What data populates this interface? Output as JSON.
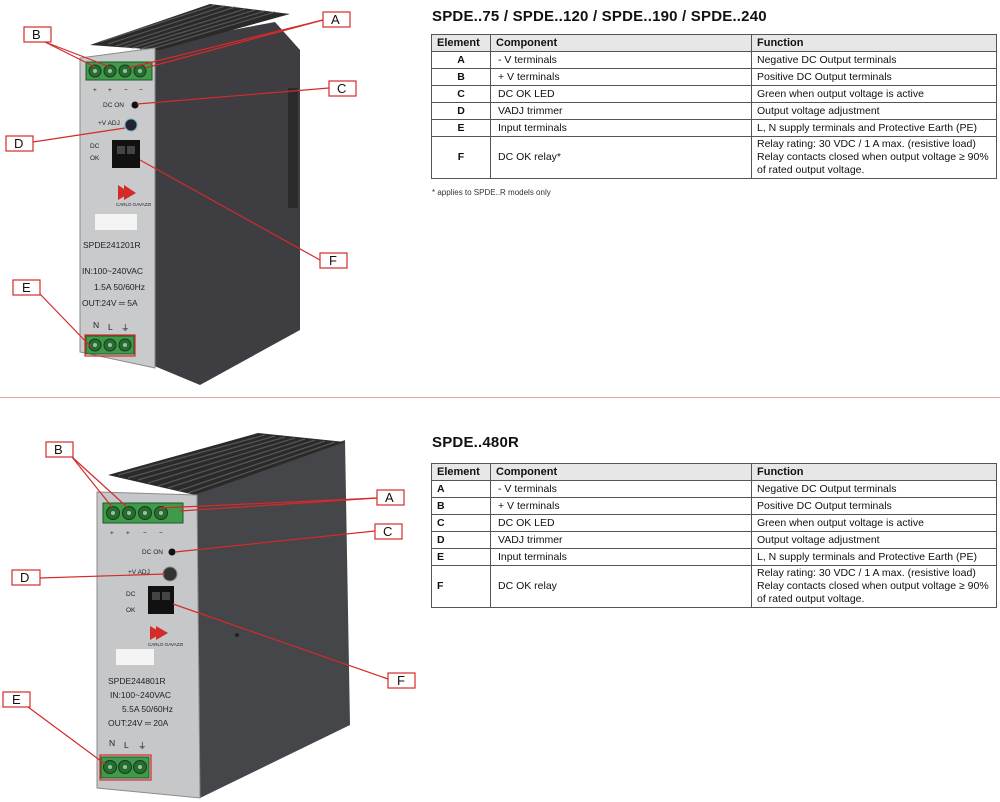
{
  "sections": [
    {
      "title": "SPDE..75 / SPDE..120 / SPDE..190 / SPDE..240",
      "headers": [
        "Element",
        "Component",
        "Function"
      ],
      "rows": [
        {
          "element": "A",
          "component": "- V terminals",
          "function": "Negative DC Output terminals"
        },
        {
          "element": "B",
          "component": "+ V terminals",
          "function": "Positive DC Output terminals"
        },
        {
          "element": "C",
          "component": "DC OK LED",
          "function": "Green when output voltage is active"
        },
        {
          "element": "D",
          "component": "VADJ trimmer",
          "function": "Output voltage adjustment"
        },
        {
          "element": "E",
          "component": "Input terminals",
          "function": "L, N supply terminals and Protective Earth (PE)"
        },
        {
          "element": "F",
          "component": "DC OK relay*",
          "function": "Relay rating: 30 VDC / 1 A max. (resistive load)\nRelay contacts closed when output voltage ≥ 90%\nof rated output voltage."
        }
      ],
      "note": "* applies to SPDE..R models only",
      "device": {
        "model": "SPDE241201R",
        "input": "IN:100~240VAC",
        "current": "1.5A  50/60Hz",
        "output": "OUT:24V ═ 5A",
        "dc_on": "DC  ON",
        "vadj": "+V  ADJ",
        "dc_ok": "DC\nOK",
        "terminal_symbols": "N   L   ⏚",
        "brand": "CARLO GAVAZZI"
      },
      "callouts": [
        "A",
        "B",
        "C",
        "D",
        "E",
        "F"
      ]
    },
    {
      "title": "SPDE..480R",
      "headers": [
        "Element",
        "Component",
        "Function"
      ],
      "rows": [
        {
          "element": "A",
          "component": "- V terminals",
          "function": "Negative DC Output terminals"
        },
        {
          "element": "B",
          "component": "+ V terminals",
          "function": "Positive DC Output terminals"
        },
        {
          "element": "C",
          "component": "DC OK LED",
          "function": "Green when output voltage is active"
        },
        {
          "element": "D",
          "component": "VADJ trimmer",
          "function": "Output voltage adjustment"
        },
        {
          "element": "E",
          "component": "Input terminals",
          "function": "L, N supply terminals and Protective Earth (PE)"
        },
        {
          "element": "F",
          "component": "DC OK relay",
          "function": "Relay rating: 30 VDC / 1 A max. (resistive load)\nRelay contacts closed when output voltage ≥ 90%\nof rated output voltage."
        }
      ],
      "device": {
        "model": "SPDE244801R",
        "input": "IN:100~240VAC",
        "current": "5.5A  50/60Hz",
        "output": "OUT:24V ═ 20A",
        "dc_on": "DC  ON",
        "vadj": "+V  ADJ",
        "dc_ok": "DC\nOK",
        "terminal_symbols": "N   L   ⏚",
        "brand": "CARLO GAVAZZI"
      },
      "callouts": [
        "A",
        "B",
        "C",
        "D",
        "E",
        "F"
      ]
    }
  ],
  "colors": {
    "callout_red": "#d42a2a",
    "terminal_green": "#3f9a4a",
    "header_gray": "#e7e7e7",
    "divider": "#e8a7a7"
  }
}
